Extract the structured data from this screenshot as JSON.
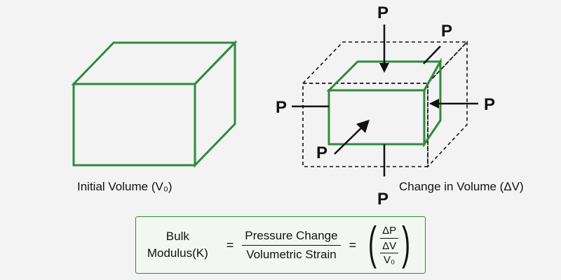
{
  "labels": {
    "force": "P",
    "initial_volume": "Initial Volume (V₀)",
    "change_in_volume": "Change in Volume (ΔV)"
  },
  "formula": {
    "lhs_line1": "Bulk",
    "lhs_line2": "Modulus(K)",
    "equals": "=",
    "ratio_numerator": "Pressure Change",
    "ratio_denominator": "Volumetric Strain",
    "inner_numerator": "ΔP",
    "inner_sub_numerator": "ΔV",
    "inner_sub_denominator": "V₀",
    "open_paren": "(",
    "close_paren": ")"
  },
  "colors": {
    "cube": "#2e8b3e",
    "line": "#111111",
    "background": "#f3f3f3",
    "box_border": "#2e8b3e"
  }
}
